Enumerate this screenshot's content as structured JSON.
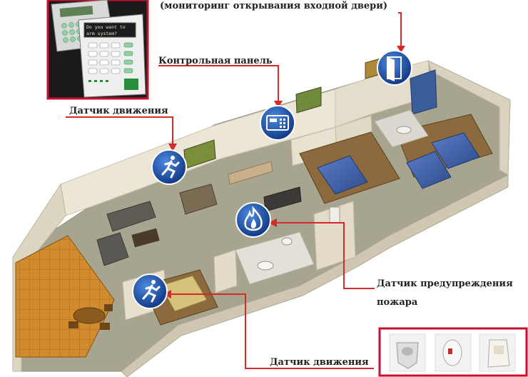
{
  "labels": {
    "door_monitoring": "(мониторинг открывания входной двери)",
    "control_panel": "Контрольная панель",
    "motion_sensor_top": "Датчик движения",
    "fire_warning_line1": "Датчик предупреждения",
    "fire_warning_line2": "пожара",
    "motion_sensor_bottom": "Датчик движения"
  },
  "keypad_screen": {
    "line1": "Do you want to",
    "line2": "arm system?"
  },
  "icons": {
    "door": "door-icon",
    "control_panel": "control-panel-icon",
    "motion": "running-person-icon",
    "fire": "flame-icon"
  },
  "colors": {
    "callout_line": "#d42a2a",
    "icon_circle": "#1c4fa0",
    "frame_red": "#c8102e",
    "wall": "#e9e3d3",
    "floor": "#a3a08c",
    "bed_blue": "#3f5ea0",
    "tile_floor": "#b9731e"
  }
}
